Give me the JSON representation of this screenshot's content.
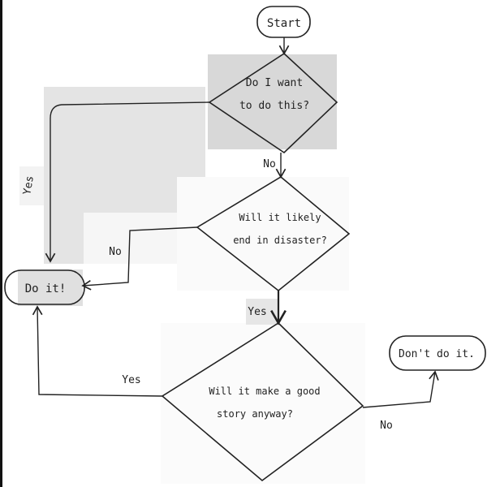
{
  "nodes": {
    "start": "Start",
    "q_want": [
      "Do I want",
      "to do this?"
    ],
    "q_disaster": [
      "Will it likely",
      "end in disaster?"
    ],
    "q_story": [
      "Will it make a good",
      "story anyway?"
    ],
    "do_it": "Do it!",
    "dont_do_it": "Don't do it."
  },
  "edges": {
    "want_yes": "Yes",
    "want_no": "No",
    "disaster_no": "No",
    "disaster_yes": "Yes",
    "story_yes": "Yes",
    "story_no": "No"
  }
}
